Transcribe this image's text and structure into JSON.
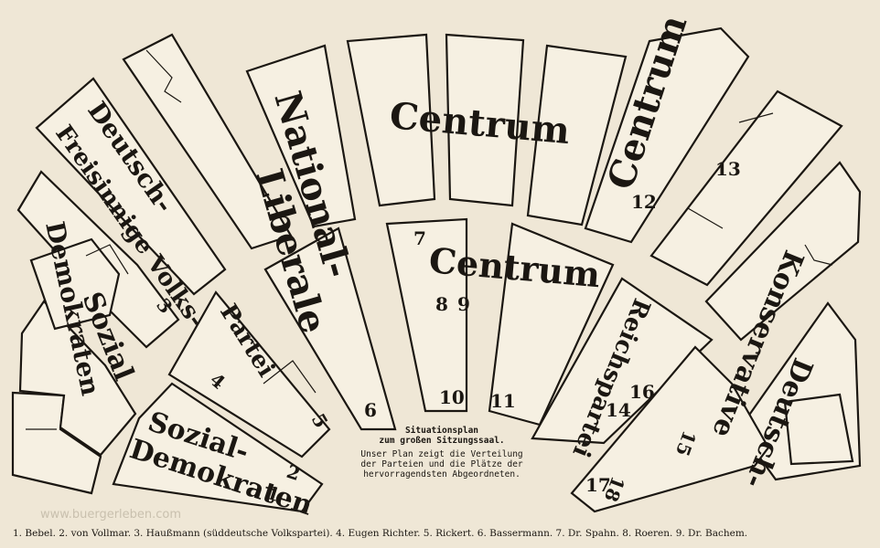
{
  "caption": {
    "title_1": "Situationsplan",
    "title_2": "zum großen Sitzungssaal.",
    "body_1": "Unser Plan zeigt die Verteilung",
    "body_2": "der Parteien und die Plätze der",
    "body_3": "hervorragendsten Abgeordneten."
  },
  "parties": {
    "centrum": "Centrum",
    "national_1": "National-",
    "national_2": "Liberale",
    "deutsch_freisinnige_1": "Deutsch-",
    "deutsch_freisinnige_2": "Freisinnige Volks-",
    "deutsch_freisinnige_3": "Partei",
    "sozial_left_1": "Sozial",
    "sozial_left_2": "Demokraten",
    "sozial_bottom_1": "Sozial-",
    "sozial_bottom_2": "Demokraten",
    "reichspartei": "Reichspartei",
    "konservative": "Konservative",
    "deutsch_konservative": "Deutsch-"
  },
  "seat_numbers": {
    "n1": "1",
    "n2": "2",
    "n3": "3",
    "n4": "4",
    "n5": "5",
    "n6": "6",
    "n7": "7",
    "n8": "8",
    "n9": "9",
    "n10": "10",
    "n11": "11",
    "n12": "12",
    "n13": "13",
    "n14": "14",
    "n15": "15",
    "n16": "16",
    "n17": "17",
    "n18": "18"
  },
  "footer_text": "1. Bebel.  2. von Vollmar.  3. Haußmann (süddeutsche Volkspartei).  4. Eugen Richter.  5. Rickert.  6. Bassermann.  7. Dr. Spahn.  8. Roeren.  9. Dr. Bachem.",
  "watermark": "www.buergerleben.com"
}
